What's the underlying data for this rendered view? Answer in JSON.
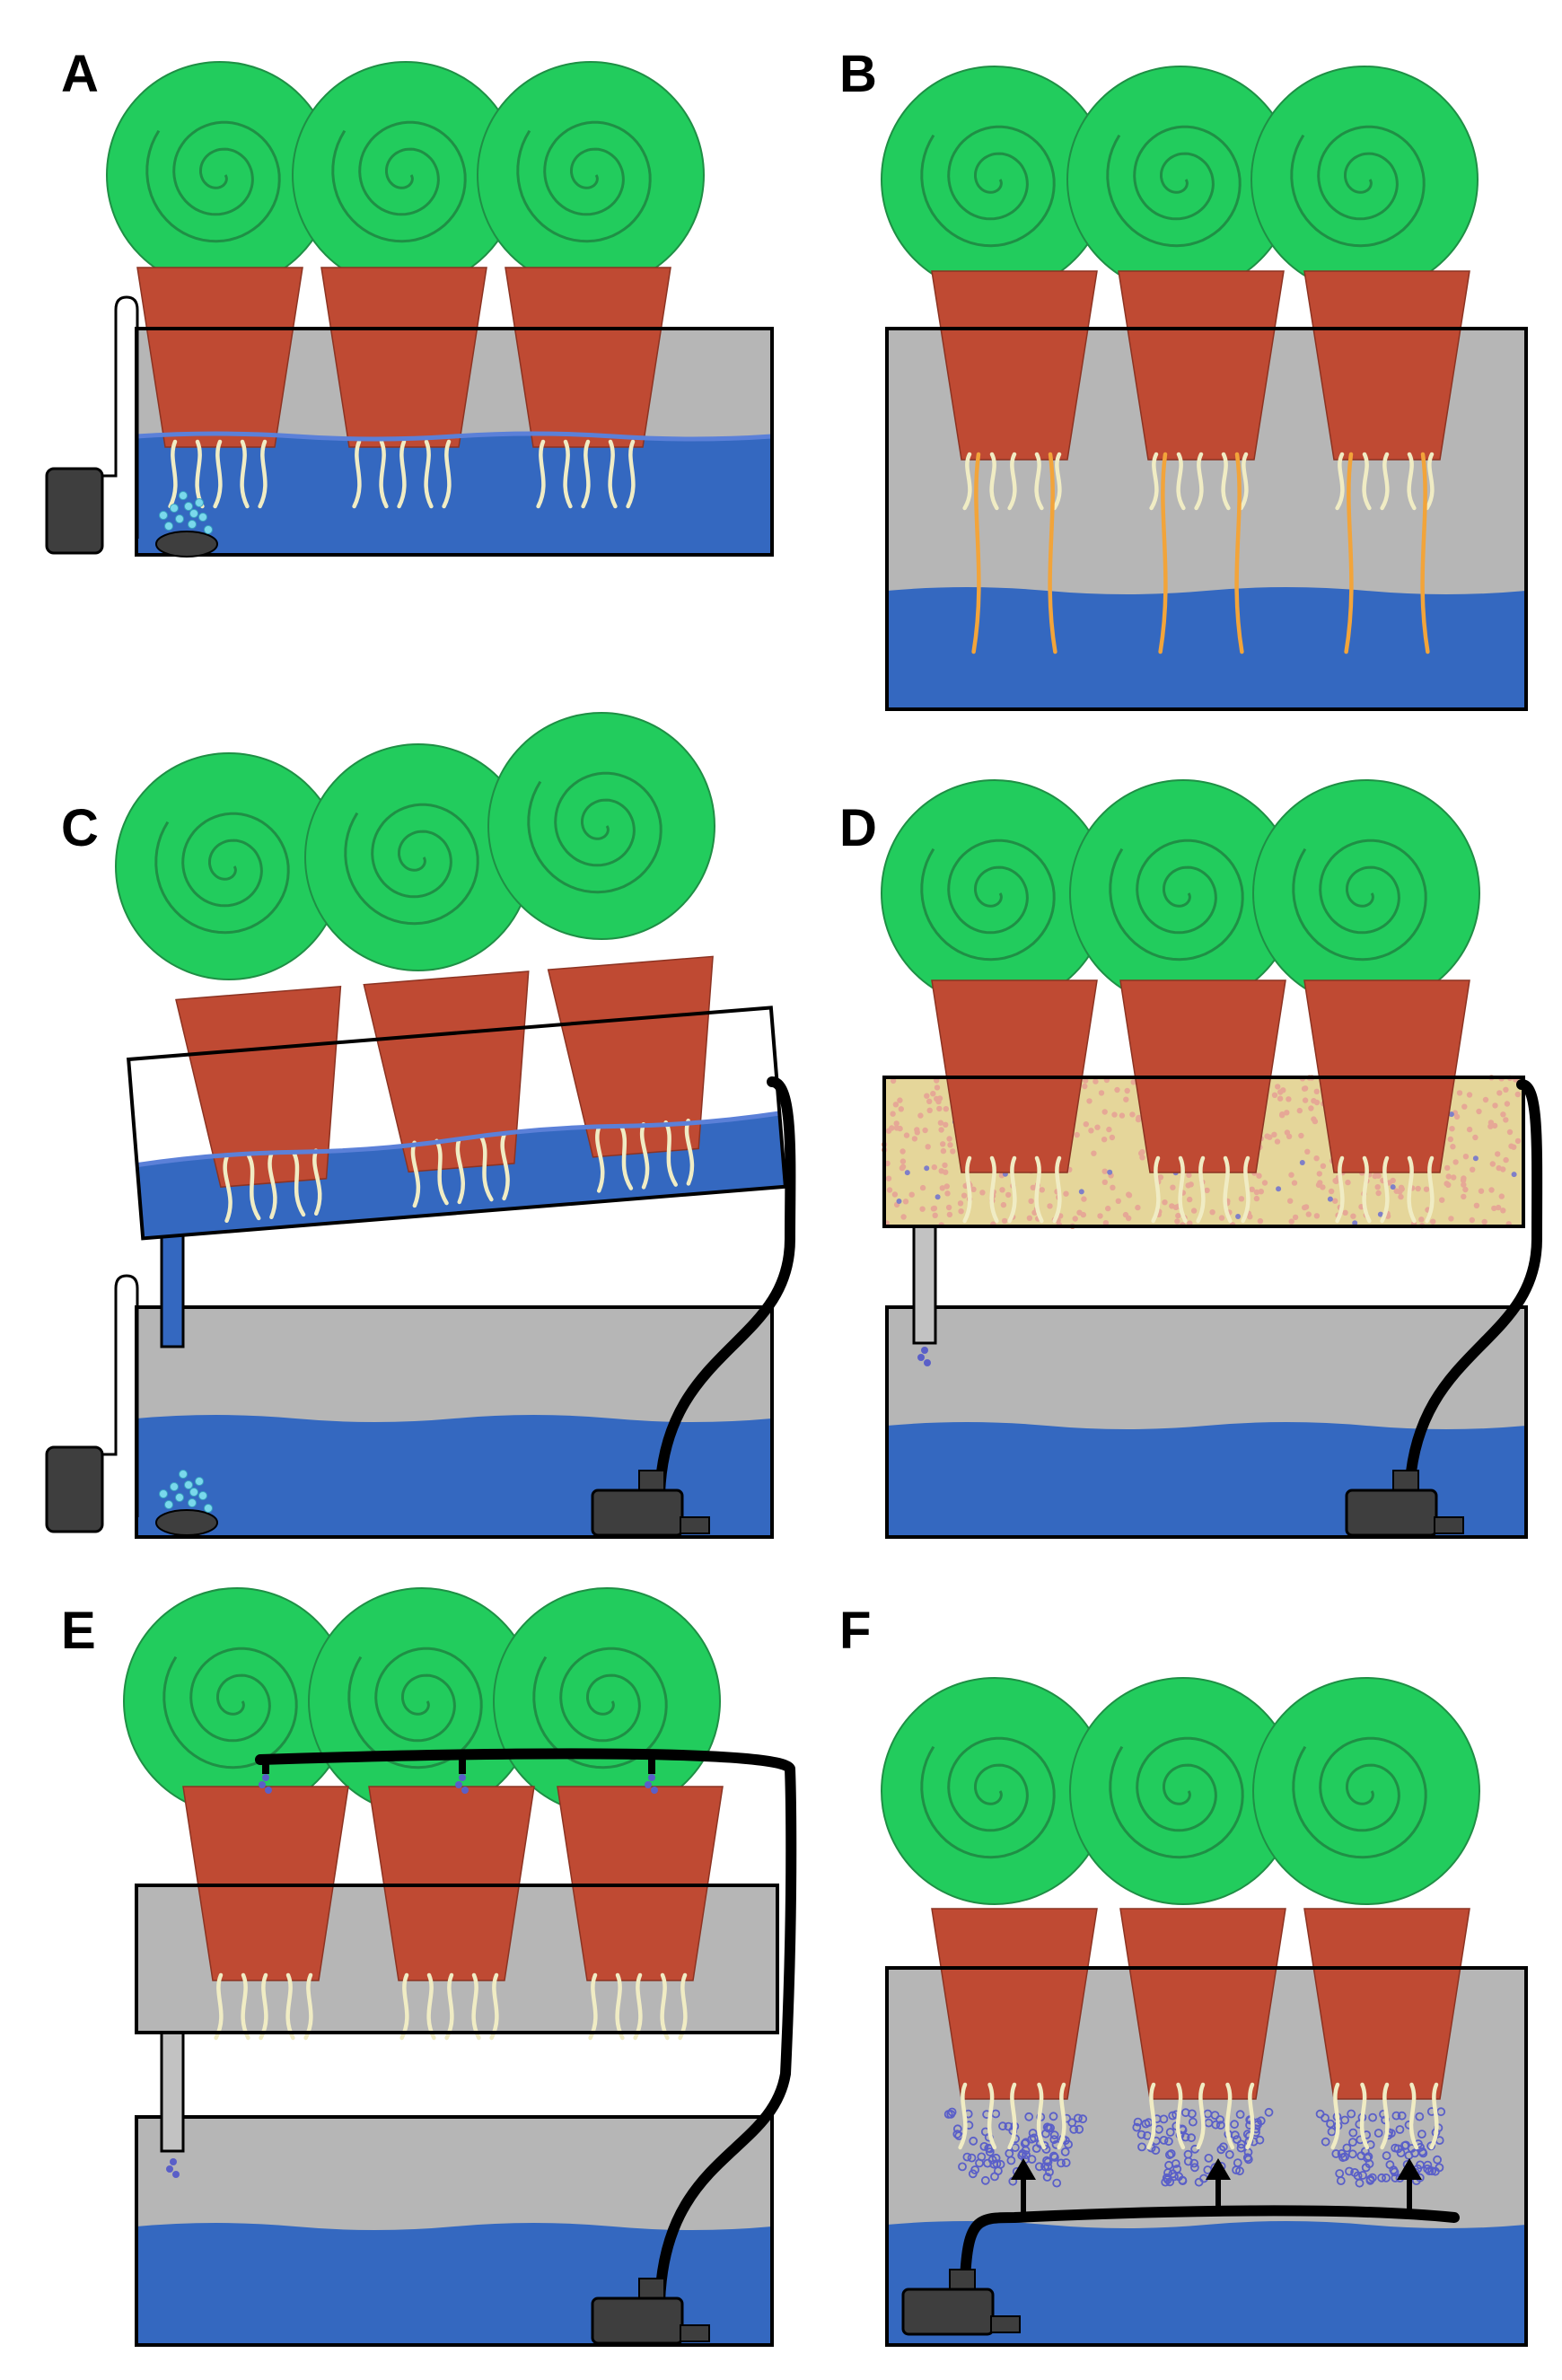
{
  "panels": [
    {
      "letter": "A"
    },
    {
      "letter": "B"
    },
    {
      "letter": "C"
    },
    {
      "letter": "D"
    },
    {
      "letter": "E"
    },
    {
      "letter": "F"
    }
  ],
  "colors": {
    "plant": "#22cc5d",
    "plant_edge": "#1f8f45",
    "pot": "#bf4a33",
    "water": "#3468c0",
    "water_edge": "#5b80d8",
    "tank_air": "#b6b6b6",
    "root": "#f0ecc4",
    "long_root": "#f2a43a",
    "media": "#e5d69a",
    "media_dot": "#e6a896",
    "bubble": "#7ad8ec",
    "mist_dot": "#5a5fc8",
    "machine": "#3e3e3e",
    "outline": "#000000"
  },
  "icons": [
    "air-pump-icon",
    "air-stone-icon",
    "water-pump-icon",
    "drip-emitter-icon",
    "mist-arrow-icon"
  ]
}
